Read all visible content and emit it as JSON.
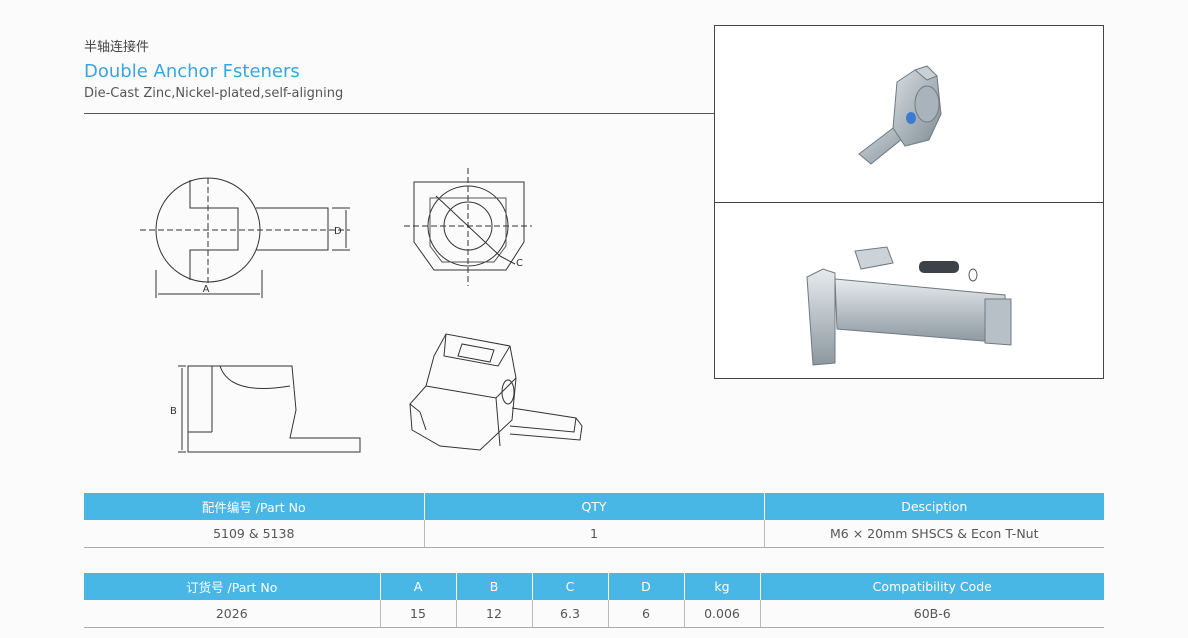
{
  "header": {
    "title_cn": "半轴连接件",
    "title_en": "Double Anchor Fsteners",
    "subtitle": "Die-Cast Zinc,Nickel-plated,self-aligning"
  },
  "drawing_labels": {
    "a": "A",
    "b": "B",
    "c": "C",
    "d": "D"
  },
  "table1": {
    "headers": [
      "配件编号 /Part No",
      "QTY",
      "Desciption"
    ],
    "row": [
      "5109 & 5138",
      "1",
      "M6 × 20mm SHSCS & Econ T-Nut"
    ]
  },
  "table2": {
    "headers": [
      "订货号 /Part No",
      "A",
      "B",
      "C",
      "D",
      "kg",
      "Compatibility Code"
    ],
    "row": [
      "2026",
      "15",
      "12",
      "6.3",
      "6",
      "0.006",
      "60B-6"
    ]
  }
}
